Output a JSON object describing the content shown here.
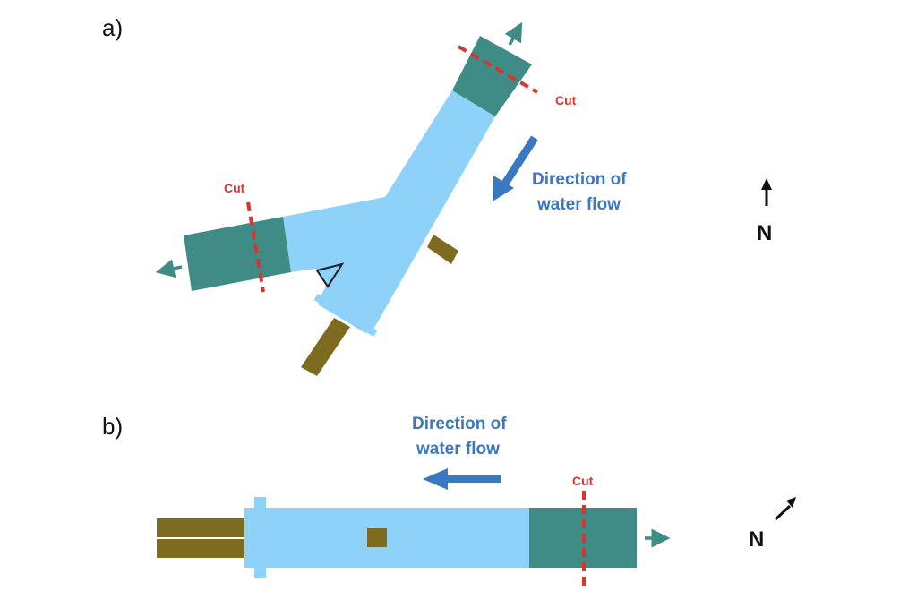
{
  "colors": {
    "channel": "#8ed2fa",
    "end_section": "#3f8b86",
    "support": "#7d6b1f",
    "cut_line": "#d8352f",
    "flow_arrow": "#3a78c2",
    "outflow_arrow": "#3f8b86",
    "north": "#111111"
  },
  "panel_a": {
    "label": "a)",
    "flow_label_line1": "Direction of",
    "flow_label_line2": "water flow",
    "cut_top_label": "Cut",
    "cut_left_label": "Cut",
    "north_label": "N",
    "north_direction": "up"
  },
  "panel_b": {
    "label": "b)",
    "flow_label_line1": "Direction of",
    "flow_label_line2": "water flow",
    "cut_label": "Cut",
    "north_label": "N",
    "north_direction": "up-right"
  }
}
